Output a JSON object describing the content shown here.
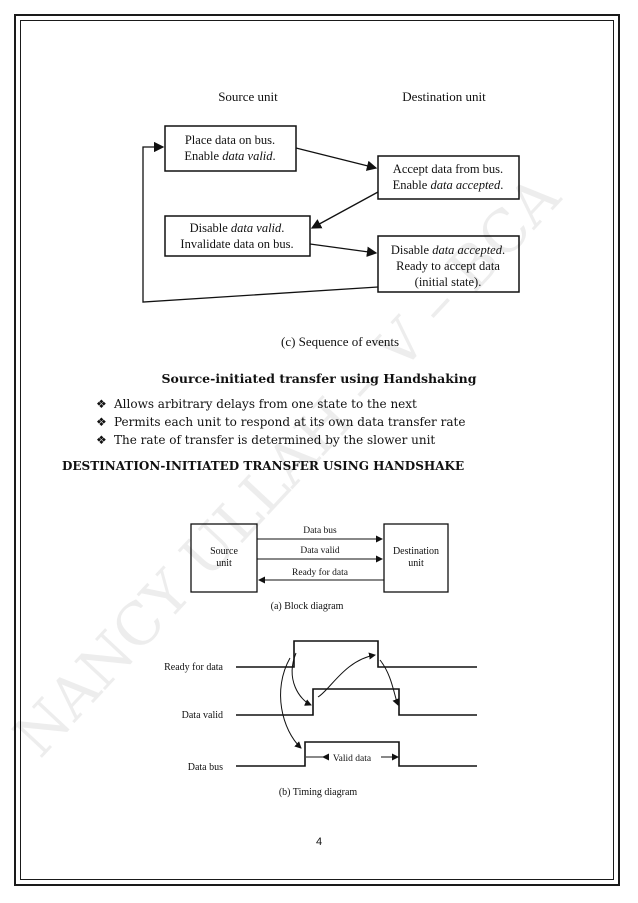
{
  "figure_c": {
    "source_title": "Source unit",
    "dest_title": "Destination unit",
    "box1_line1": "Place data on bus.",
    "box1_line2_pre": "Enable ",
    "box1_line2_em": "data valid",
    "box1_line2_post": ".",
    "box2_line1": "Accept data from bus.",
    "box2_line2_pre": "Enable ",
    "box2_line2_em": "data accepted",
    "box2_line2_post": ".",
    "box3_line1_pre": "Disable ",
    "box3_line1_em": "data valid",
    "box3_line1_post": ".",
    "box3_line2": "Invalidate data on bus.",
    "box4_line1_pre": "Disable ",
    "box4_line1_em": "data accepted",
    "box4_line1_post": ".",
    "box4_line2": "Ready to accept data",
    "box4_line3": "(initial state).",
    "caption": "(c) Sequence of events"
  },
  "source_caption": "Source-initiated transfer using Handshaking",
  "bullet_symbol": "❖",
  "bullets": [
    "Allows arbitrary delays from one state to the next",
    "Permits each unit to respond at its own data transfer rate",
    "The rate of transfer is determined by the slower unit"
  ],
  "section_heading": "DESTINATION-INITIATED TRANSFER USING HANDSHAKE",
  "block_diagram": {
    "source_line1": "Source",
    "source_line2": "unit",
    "dest_line1": "Destination",
    "dest_line2": "unit",
    "data_bus": "Data bus",
    "data_valid": "Data valid",
    "ready_for_data": "Ready for data",
    "caption": "(a) Block diagram"
  },
  "timing_diagram": {
    "ready_for_data": "Ready for data",
    "data_valid": "Data valid",
    "data_bus": "Data bus",
    "valid_data": "Valid data",
    "caption": "(b) Timing diagram"
  },
  "watermark_text": "NANCY ULLAH – V – BCA",
  "page_number": "4"
}
